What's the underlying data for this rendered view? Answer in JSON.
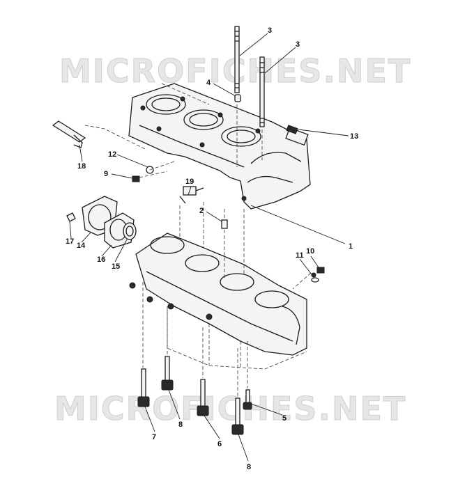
{
  "watermark": {
    "text_top": "MICROFICHES.NET",
    "text_bottom": "MICROFICHES.NET"
  },
  "callouts": {
    "c1": "1",
    "c2": "2",
    "c3a": "3",
    "c3b": "3",
    "c4": "4",
    "c5": "5",
    "c6": "6",
    "c7": "7",
    "c8a": "8",
    "c8b": "8",
    "c9": "9",
    "c10": "10",
    "c11": "11",
    "c12": "12",
    "c13": "13",
    "c14": "14",
    "c15": "15",
    "c16": "16",
    "c17": "17",
    "c18": "18",
    "c19": "19"
  }
}
